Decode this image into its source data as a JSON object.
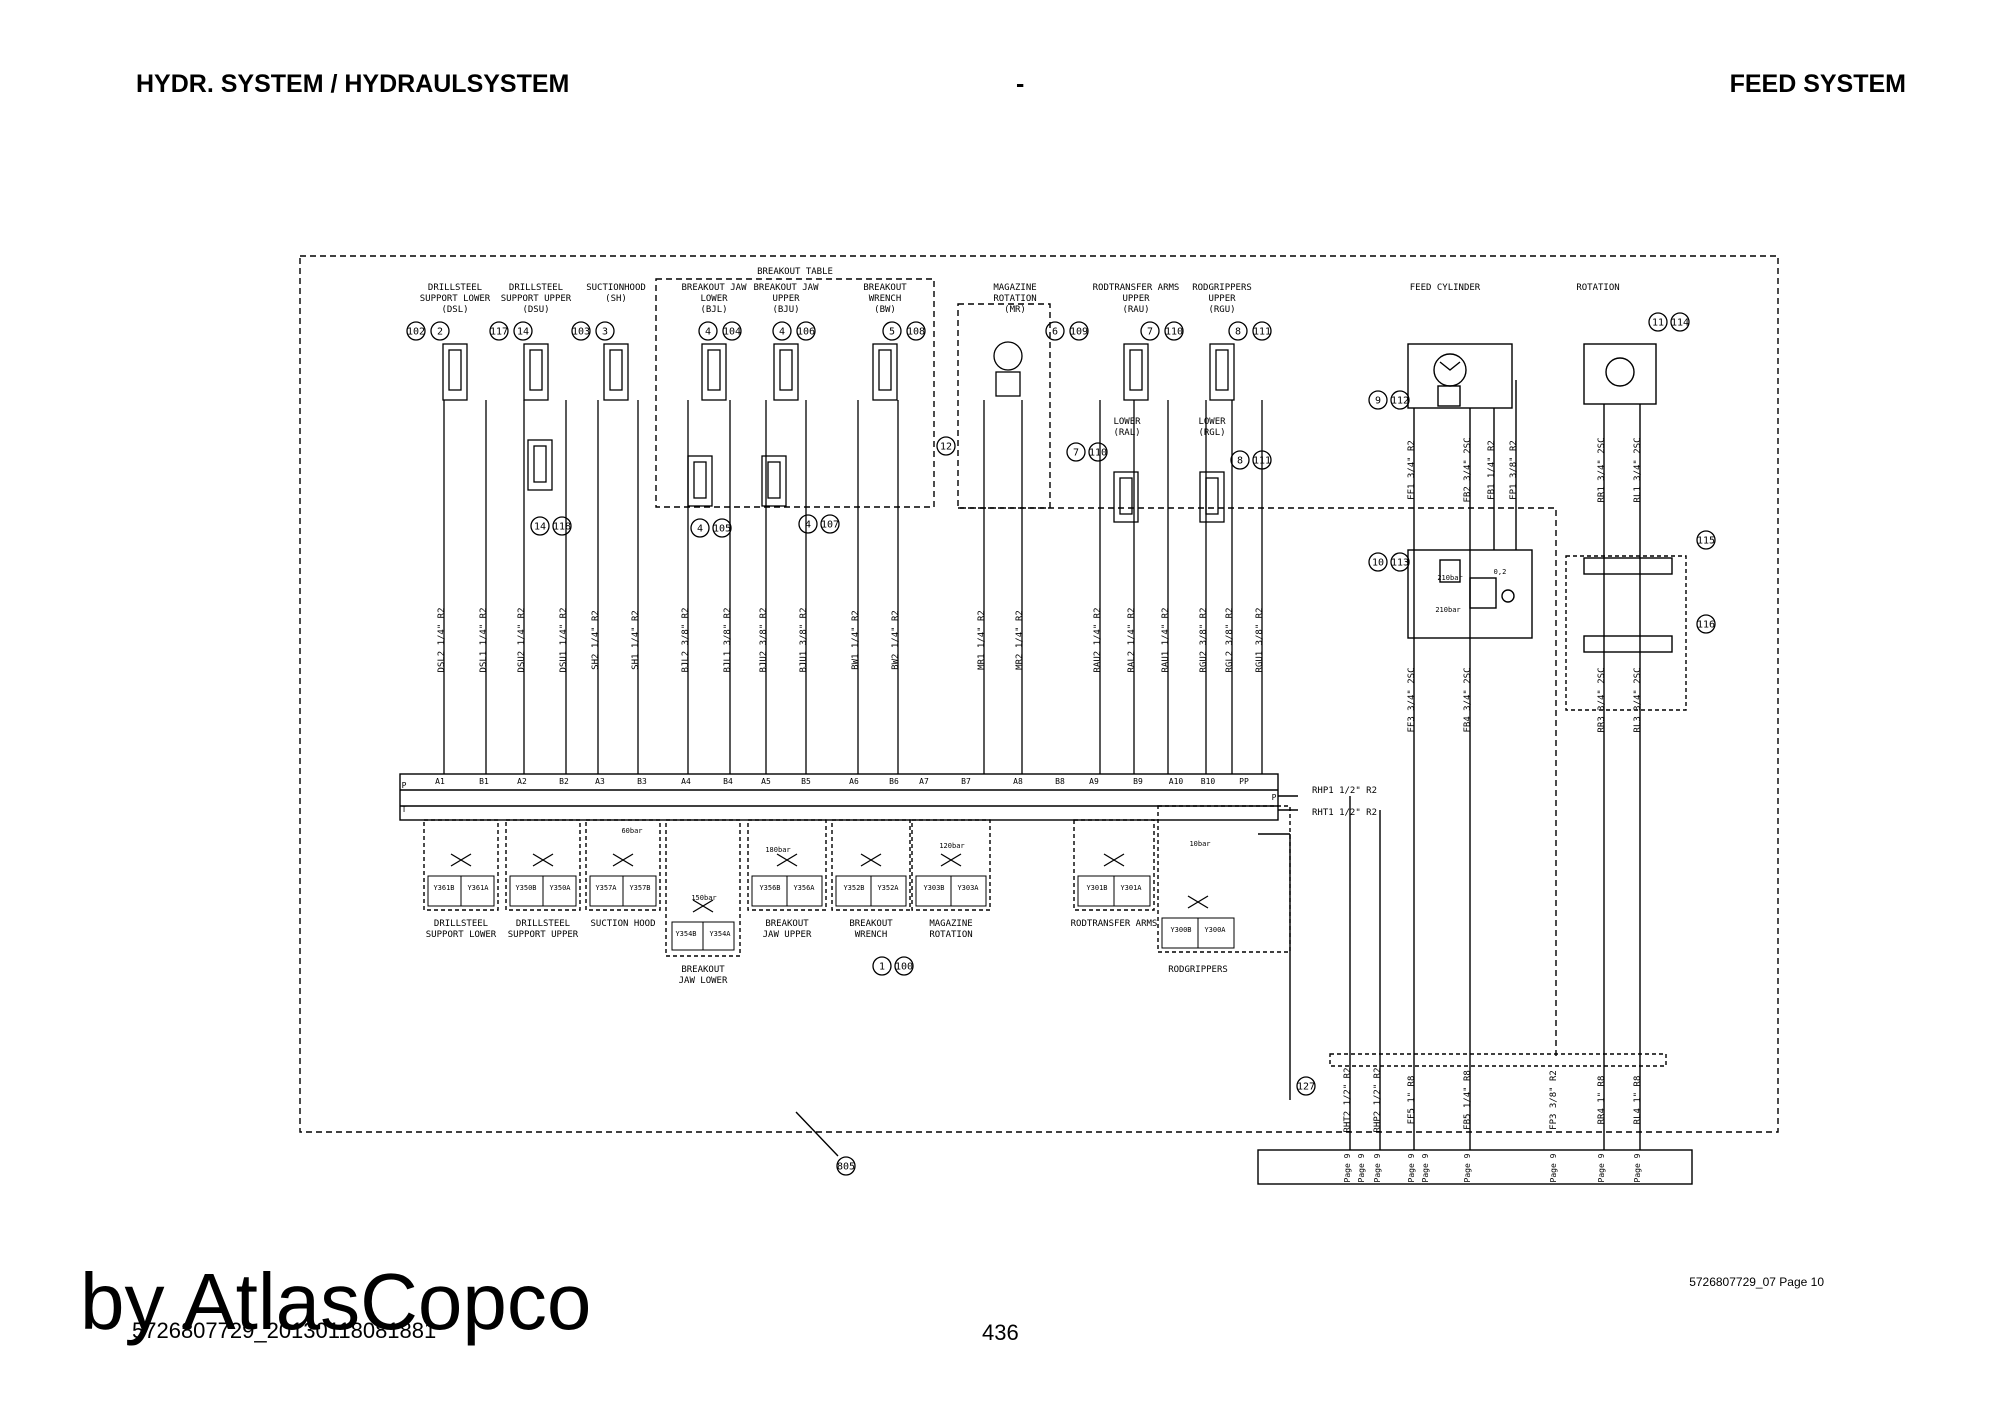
{
  "header": {
    "left": "HYDR. SYSTEM / HYDRAULSYSTEM",
    "center": "-",
    "right": "FEED SYSTEM"
  },
  "diagram": {
    "breakout_table_title": "BREAKOUT TABLE",
    "functions": [
      {
        "title": [
          "DRILLSTEEL",
          "SUPPORT LOWER",
          "(DSL)"
        ],
        "ref": "2",
        "pos": "102"
      },
      {
        "title": [
          "DRILLSTEEL",
          "SUPPORT UPPER",
          "(DSU)"
        ],
        "ref": "14",
        "pos": "117"
      },
      {
        "title": [
          "SUCTIONHOOD",
          "(SH)"
        ],
        "ref": "3",
        "pos": "103"
      },
      {
        "title": [
          "BREAKOUT JAW",
          "LOWER",
          "(BJL)"
        ],
        "ref": "4",
        "pos": "104"
      },
      {
        "title": [
          "BREAKOUT JAW",
          "UPPER",
          "(BJU)"
        ],
        "ref": "4",
        "pos": "106"
      },
      {
        "title": [
          "BREAKOUT",
          "WRENCH",
          "(BW)"
        ],
        "ref": "5",
        "pos": "108"
      },
      {
        "title": [
          "MAGAZINE",
          "ROTATION",
          "(MR)"
        ],
        "ref": "6",
        "pos": "109"
      },
      {
        "title": [
          "RODTRANSFER ARMS",
          "UPPER",
          "(RAU)"
        ],
        "ref": "7",
        "pos": "110"
      },
      {
        "title": [
          "RODGRIPPERS",
          "UPPER",
          "(RGU)"
        ],
        "ref": "8",
        "pos": "111"
      },
      {
        "title": [
          "FEED CYLINDER"
        ],
        "ref": "9",
        "pos": "112"
      },
      {
        "title": [
          "ROTATION"
        ],
        "ref": "11",
        "pos": "114"
      }
    ],
    "lower_labels": {
      "ral": [
        "LOWER",
        "(RAL)"
      ],
      "rgl": [
        "LOWER",
        "(RGL)"
      ]
    },
    "extra_callouts": [
      {
        "ref": "14",
        "pos": "118"
      },
      {
        "ref": "4",
        "pos": "105"
      },
      {
        "ref": "4",
        "pos": "107"
      },
      {
        "ref": "7",
        "pos": "110"
      },
      {
        "ref": "8",
        "pos": "111"
      },
      {
        "ref": "10",
        "pos": "113"
      },
      {
        "ref": "1",
        "pos": "100"
      }
    ],
    "single_callouts": [
      "12",
      "115",
      "116",
      "127",
      "805"
    ],
    "hose_labels": [
      "DSL2 1/4\" R2",
      "DSL1 1/4\" R2",
      "DSU2 1/4\" R2",
      "DSU1 1/4\" R2",
      "SH2 1/4\" R2",
      "SH1 1/4\" R2",
      "BJL2 3/8\" R2",
      "BJL1 3/8\" R2",
      "BJU2 3/8\" R2",
      "BJU1 3/8\" R2",
      "BW1 1/4\" R2",
      "BW2 1/4\" R2",
      "MR1 1/4\" R2",
      "MR2 1/4\" R2",
      "RAU2 1/4\" R2",
      "RAL2 1/4\" R2",
      "RAU1 1/4\" R2",
      "RGU2 3/8\" R2",
      "RGL2 3/8\" R2",
      "RGU1 3/8\" R2",
      "FF1 3/4\" R2",
      "FB2 3/4\" 2SC",
      "FB1 1/4\" R2",
      "FP1 3/8\" R2",
      "RR1 3/4\" 2SC",
      "RL1 3/4\" 2SC",
      "FF3 3/4\" 2SC",
      "FB4 3/4\" 2SC",
      "RR3 3/4\" 2SC",
      "RL3 3/4\" 2SC"
    ],
    "valve_ports": [
      "P",
      "A1",
      "B1",
      "A2",
      "B2",
      "A3",
      "B3",
      "A4",
      "B4",
      "A5",
      "B5",
      "A6",
      "B6",
      "A7",
      "B7",
      "A8",
      "B8",
      "A9",
      "B9",
      "A10",
      "B10",
      "PP",
      "T",
      "P"
    ],
    "return_labels": [
      "RHP1 1/2\" R2",
      "RHT1 1/2\" R2"
    ],
    "valve_groups": [
      {
        "label": [
          "DRILLSTEEL",
          "SUPPORT LOWER"
        ],
        "coils": [
          "Y361B",
          "Y361A"
        ]
      },
      {
        "label": [
          "DRILLSTEEL",
          "SUPPORT UPPER"
        ],
        "coils": [
          "Y350B",
          "Y350A"
        ]
      },
      {
        "label": [
          "SUCTION HOOD"
        ],
        "coils": [
          "Y357A",
          "Y357B"
        ]
      },
      {
        "label": [
          "BREAKOUT",
          "JAW LOWER"
        ],
        "coils": [
          "Y354B",
          "Y354A"
        ]
      },
      {
        "label": [
          "BREAKOUT",
          "JAW UPPER"
        ],
        "coils": [
          "Y356B",
          "Y356A"
        ]
      },
      {
        "label": [
          "BREAKOUT",
          "WRENCH"
        ],
        "coils": [
          "Y352B",
          "Y352A"
        ]
      },
      {
        "label": [
          "MAGAZINE",
          "ROTATION"
        ],
        "coils": [
          "Y303B",
          "Y303A"
        ]
      },
      {
        "label": [
          "RODTRANSFER ARMS"
        ],
        "coils": [
          "Y301B",
          "Y301A"
        ]
      },
      {
        "label": [
          "RODGRIPPERS"
        ],
        "coils": [
          "Y300B",
          "Y300A"
        ]
      }
    ],
    "pressure_settings": [
      "60bar",
      "180bar",
      "150bar",
      "120bar",
      "210bar",
      "210bar",
      "0,2",
      "10bar"
    ],
    "bottom_hose_labels": [
      "RHT2 1/2\" R2",
      "RHP2 1/2\" R2",
      "FF5 1\" R8",
      "FB5 1/4\" R8",
      "FP3 3/8\" R2",
      "RR4 1\" R8",
      "RL4 1\" R8"
    ],
    "page_ref": "Page 9",
    "page_ref_count": 9
  },
  "footer": {
    "doc_ref": "5726807729_07 Page 10",
    "under_id": "5726807729_20130118081881",
    "page_number": "436",
    "watermark": "by AtlasCopco"
  }
}
